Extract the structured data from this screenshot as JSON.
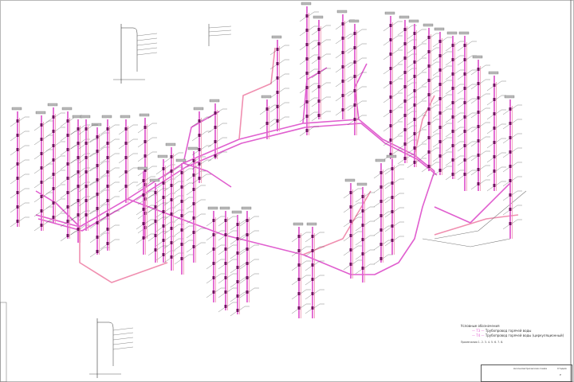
{
  "drawing": {
    "pipe_color": "#e05fcf",
    "pipe_color_alt": "#f08fb0",
    "line_color": "#333333"
  },
  "legend": {
    "title": "Условные обозначения",
    "items": [
      {
        "code": "— Т3 —",
        "label": "Трубопровод горячей воды"
      },
      {
        "code": "— Т4 —",
        "label": "Трубопровод горячей воды (циркуляционный)"
      }
    ]
  },
  "notes": {
    "title": "Примечания",
    "items": [
      "1.",
      "2.",
      "3.",
      "4.",
      "5.",
      "6.",
      "7.",
      "8."
    ]
  },
  "stamp": {
    "sheet_label": "Стадия",
    "sheet_value": "Р",
    "title_label": "Аксонометрическая схема"
  }
}
